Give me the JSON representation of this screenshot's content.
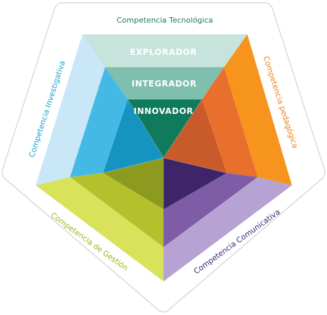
{
  "levels": {
    "outer": "EXPLORADOR",
    "middle": "INTEGRADOR",
    "inner": "INNOVADOR"
  },
  "competencies": {
    "tecnologica": {
      "label": "Competencia Tecnológica",
      "color": "#1f7a5c"
    },
    "pedagogica": {
      "label": "Competencia pedagógica",
      "color": "#e8811f"
    },
    "comunicativa": {
      "label": "Competencia Comunicativa",
      "color": "#3b2470"
    },
    "gestion": {
      "label": "Competencia de Gestión",
      "color": "#9fb21e"
    },
    "investigativa": {
      "label": "Competencia Investigativa",
      "color": "#1b9fcb"
    }
  },
  "colors": {
    "tecnologica": [
      "#c6e4dc",
      "#7fbfae",
      "#0f7a5c"
    ],
    "pedagogica": [
      "#f7941d",
      "#e96f2c",
      "#c95a2a"
    ],
    "comunicativa": [
      "#b7a3d3",
      "#7f5da6",
      "#3e2468"
    ],
    "gestion": [
      "#d8e25a",
      "#b5c12c",
      "#8d9a20"
    ],
    "investigativa": [
      "#c9e7f7",
      "#45b9e6",
      "#1694c1"
    ]
  }
}
